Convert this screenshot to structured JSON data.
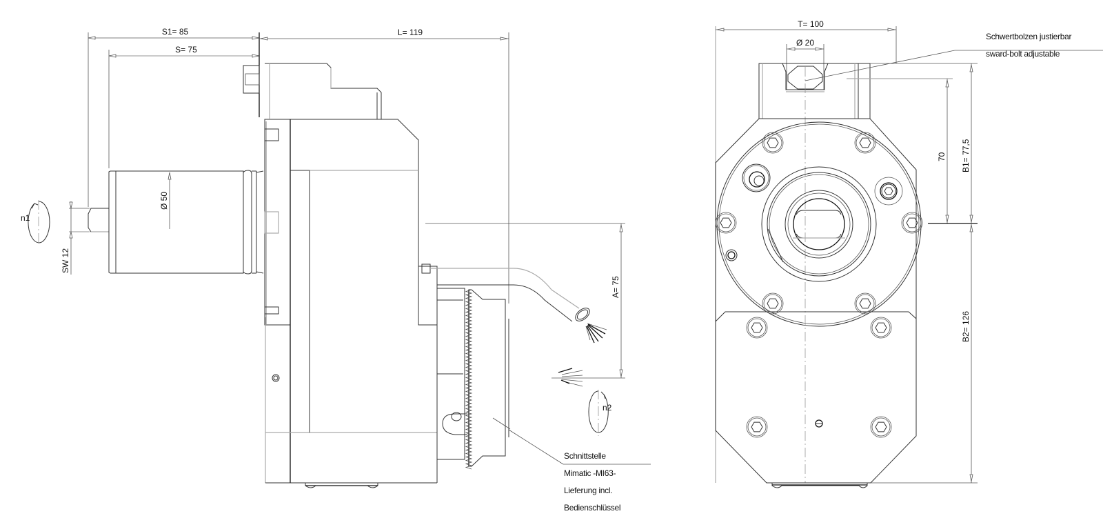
{
  "title": "Angle head technical drawing - side and front view",
  "side_view": {
    "dimensions": {
      "s1": "S1=  85",
      "s": "S=  75",
      "l": "L=  119",
      "diameter": "Ø  50",
      "sw": "SW 12",
      "a": "A=  75"
    },
    "rotation_input_label": "n1",
    "rotation_output_label": "n2",
    "interface_note": {
      "line1": "Schnittstelle",
      "line2": "Mimatic -MI63-",
      "line3": "Lieferung incl.",
      "line4": "Bedienschlüssel"
    }
  },
  "front_view": {
    "dimensions": {
      "t": "T=  100",
      "bolt_diameter": "Ø  20",
      "seventy": "70",
      "b1": "B1=  77,5",
      "b2": "B2=  126"
    },
    "bolt_note": {
      "line1": "Schwertbolzen justierbar",
      "line2": "sward-bolt adjustable"
    }
  }
}
